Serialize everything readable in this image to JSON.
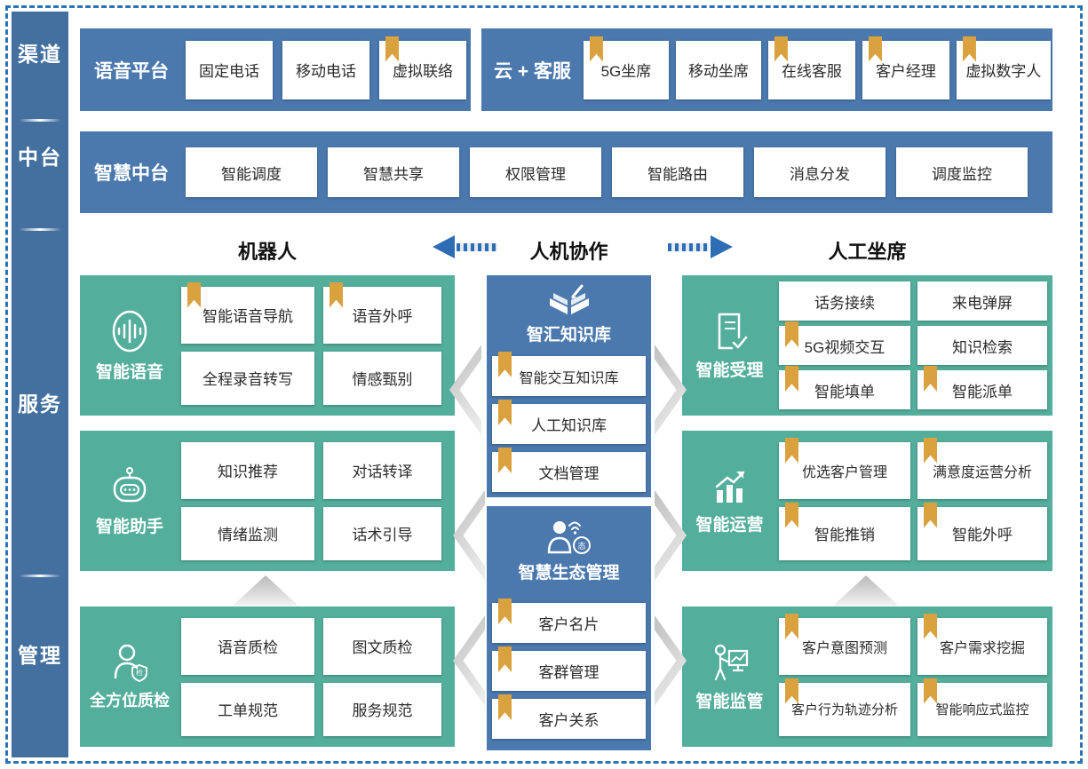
{
  "colors": {
    "band_blue": "#4b79ae",
    "sidebar_blue": "#43709f",
    "green": "#54ae9c",
    "bookmark_gold": "#d9a23f",
    "arrow_blue": "#2e6db4",
    "dashed_border": "#2e74b5"
  },
  "sidebar": {
    "items": [
      {
        "label": "渠道"
      },
      {
        "label": "中台"
      },
      {
        "label": "服务"
      },
      {
        "label": "管理"
      }
    ]
  },
  "rows": {
    "voice": {
      "label": "语音平台",
      "items": [
        {
          "label": "固定电话",
          "bookmark": false
        },
        {
          "label": "移动电话",
          "bookmark": false
        },
        {
          "label": "虚拟联络",
          "bookmark": true
        }
      ]
    },
    "cloud": {
      "label": "云 + 客服",
      "items": [
        {
          "label": "5G坐席",
          "bookmark": true
        },
        {
          "label": "移动坐席",
          "bookmark": false
        },
        {
          "label": "在线客服",
          "bookmark": true
        },
        {
          "label": "客户经理",
          "bookmark": true
        },
        {
          "label": "虚拟数字人",
          "bookmark": true
        }
      ]
    },
    "midplatform": {
      "label": "智慧中台",
      "items": [
        {
          "label": "智能调度",
          "bookmark": false
        },
        {
          "label": "智慧共享",
          "bookmark": false
        },
        {
          "label": "权限管理",
          "bookmark": false
        },
        {
          "label": "智能路由",
          "bookmark": false
        },
        {
          "label": "消息分发",
          "bookmark": false
        },
        {
          "label": "调度监控",
          "bookmark": false
        }
      ]
    }
  },
  "headers": {
    "robot": "机器人",
    "collab": "人机协作",
    "agent": "人工坐席"
  },
  "left_blocks": [
    {
      "title": "智能语音",
      "icon": "voice-wave-icon",
      "items": [
        {
          "label": "智能语音导航",
          "bookmark": true
        },
        {
          "label": "语音外呼",
          "bookmark": true
        },
        {
          "label": "全程录音转写",
          "bookmark": false
        },
        {
          "label": "情感甄别",
          "bookmark": false
        }
      ]
    },
    {
      "title": "智能助手",
      "icon": "robot-icon",
      "items": [
        {
          "label": "知识推荐",
          "bookmark": false
        },
        {
          "label": "对话转译",
          "bookmark": false
        },
        {
          "label": "情绪监测",
          "bookmark": false
        },
        {
          "label": "话术引导",
          "bookmark": false
        }
      ]
    },
    {
      "title": "全方位质检",
      "icon": "person-shield-icon",
      "items": [
        {
          "label": "语音质检",
          "bookmark": false
        },
        {
          "label": "图文质检",
          "bookmark": false
        },
        {
          "label": "工单规范",
          "bookmark": false
        },
        {
          "label": "服务规范",
          "bookmark": false
        }
      ]
    }
  ],
  "center_blocks": [
    {
      "title": "智汇知识库",
      "icon": "book-pen-icon",
      "items": [
        {
          "label": "智能交互知识库",
          "bookmark": true
        },
        {
          "label": "人工知识库",
          "bookmark": true
        },
        {
          "label": "文档管理",
          "bookmark": true
        }
      ]
    },
    {
      "title": "智慧生态管理",
      "icon": "person-network-icon",
      "items": [
        {
          "label": "客户名片",
          "bookmark": true
        },
        {
          "label": "客群管理",
          "bookmark": true
        },
        {
          "label": "客户关系",
          "bookmark": true
        }
      ]
    }
  ],
  "right_blocks": [
    {
      "title": "智能受理",
      "icon": "document-check-icon",
      "items": [
        {
          "label": "话务接续",
          "bookmark": false
        },
        {
          "label": "来电弹屏",
          "bookmark": false
        },
        {
          "label": "5G视频交互",
          "bookmark": true
        },
        {
          "label": "知识检索",
          "bookmark": false
        },
        {
          "label": "智能填单",
          "bookmark": true
        },
        {
          "label": "智能派单",
          "bookmark": true
        }
      ]
    },
    {
      "title": "智能运营",
      "icon": "chart-growth-icon",
      "items": [
        {
          "label": "优选客户管理",
          "bookmark": true
        },
        {
          "label": "满意度运营分析",
          "bookmark": true
        },
        {
          "label": "智能推销",
          "bookmark": true
        },
        {
          "label": "智能外呼",
          "bookmark": true
        }
      ]
    },
    {
      "title": "智能监管",
      "icon": "presenter-board-icon",
      "items": [
        {
          "label": "客户意图预测",
          "bookmark": true
        },
        {
          "label": "客户需求挖掘",
          "bookmark": true
        },
        {
          "label": "客户行为轨迹分析",
          "bookmark": true
        },
        {
          "label": "智能响应式监控",
          "bookmark": true
        }
      ]
    }
  ]
}
